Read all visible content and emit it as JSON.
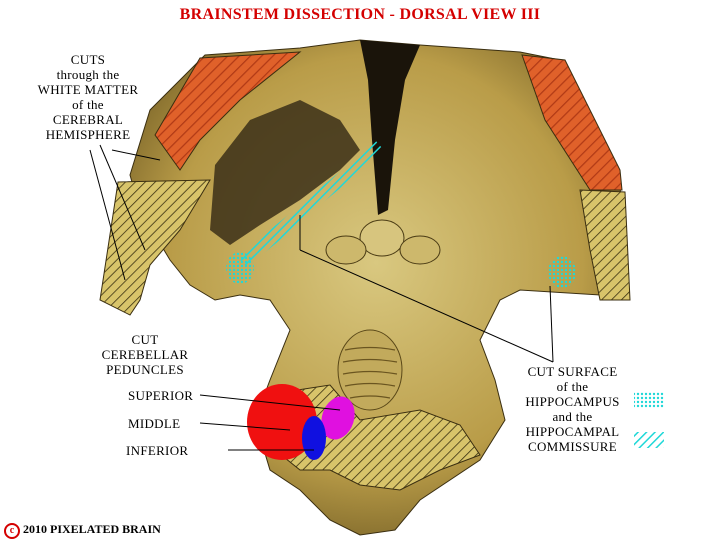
{
  "title": "BRAINSTEM DISSECTION - DORSAL VIEW III",
  "labels": {
    "cuts": [
      "CUTS",
      "through the",
      "WHITE MATTER",
      "of the",
      "CEREBRAL",
      "HEMISPHERE"
    ],
    "peduncles": [
      "CUT",
      "CEREBELLAR",
      "PEDUNCLES"
    ],
    "superior": "SUPERIOR",
    "middle": "MIDDLE",
    "inferior": "INFERIOR",
    "hippo": [
      "CUT SURFACE",
      "of the",
      "HIPPOCAMPUS",
      "and the",
      "HIPPOCAMPAL",
      "COMMISSURE"
    ]
  },
  "colors": {
    "title": "#d40000",
    "white_matter_cut": "#e0502a",
    "tissue": "#c9b35a",
    "superior_peduncle": "#e010e0",
    "middle_peduncle": "#f01010",
    "inferior_peduncle": "#1010e0",
    "hippocampus": "#20d8d8"
  },
  "copyright": {
    "symbol": "c",
    "text": "2010  PIXELATED BRAIN"
  }
}
